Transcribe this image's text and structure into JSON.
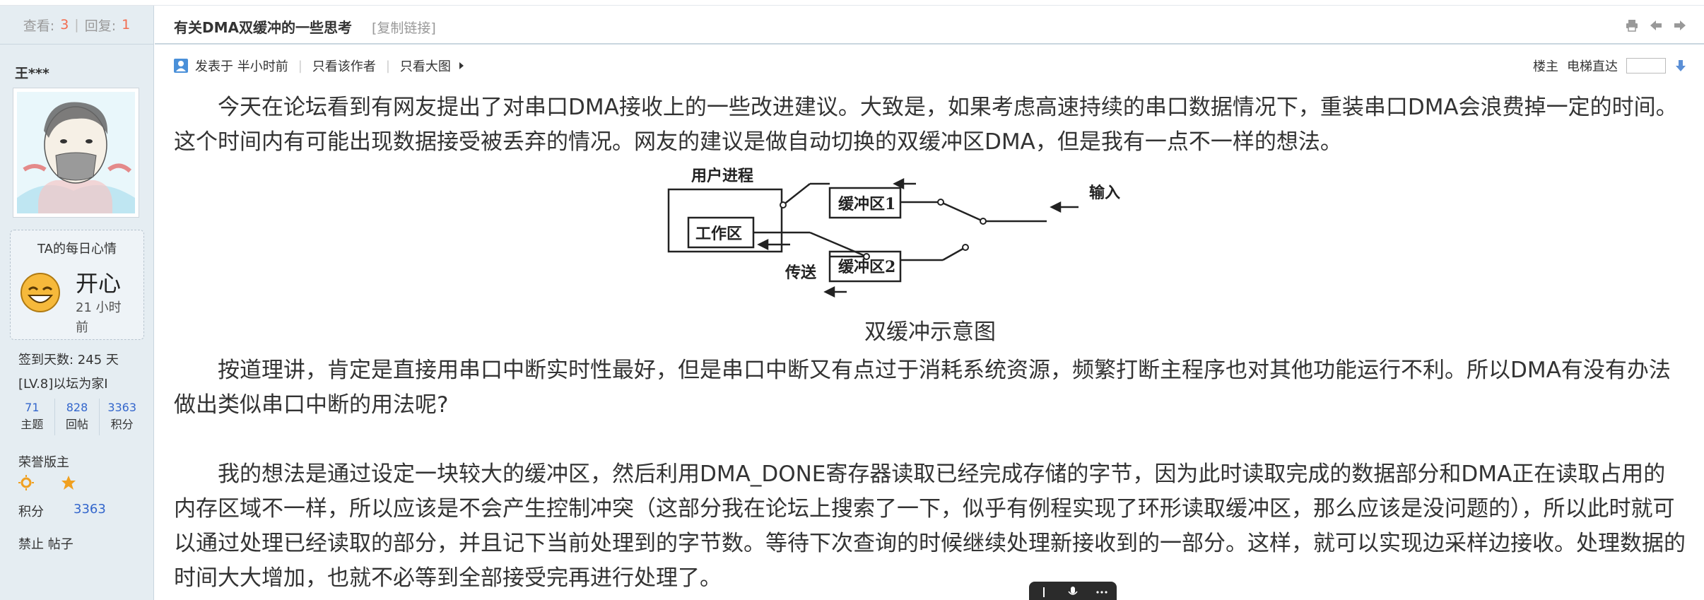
{
  "stats_header": {
    "views_label": "查看:",
    "views": "3",
    "sep": "|",
    "replies_label": "回复:",
    "replies": "1"
  },
  "post": {
    "title": "有关DMA双缓冲的一些思考",
    "copy_link": "[复制链接]",
    "posted": "发表于 半小时前",
    "only_author": "只看该作者",
    "only_images": "只看大图",
    "floor_label": "楼主",
    "elevator_label": "电梯直达",
    "elevator_value": ""
  },
  "author": {
    "name": "王***",
    "mood_title": "TA的每日心情",
    "mood": "开心",
    "mood_time": "21 小时前",
    "signin": "签到天数: 245 天",
    "level": "[LV.8]以坛为家I",
    "stats": [
      {
        "value": "71",
        "label": "主题"
      },
      {
        "value": "828",
        "label": "回帖"
      },
      {
        "value": "3363",
        "label": "积分"
      }
    ],
    "honor": "荣誉版主",
    "score_label": "积分",
    "score": "3363",
    "ban": "禁止 帖子"
  },
  "content": {
    "p1": "今天在论坛看到有网友提出了对串口DMA接收上的一些改进建议。大致是，如果考虑高速持续的串口数据情况下，重装串口DMA会浪费掉一定的时间。这个时间内有可能出现数据接受被丢弃的情况。网友的建议是做自动切换的双缓冲区DMA，但是我有一点不一样的想法。",
    "diagram": {
      "process": "用户进程",
      "work": "工作区",
      "buf1": "缓冲区1",
      "buf2": "缓冲区2",
      "input": "输入",
      "send": "传送"
    },
    "caption": "双缓冲示意图",
    "p2": "按道理讲，肯定是直接用串口中断实时性最好，但是串口中断又有点过于消耗系统资源，频繁打断主程序也对其他功能运行不利。所以DMA有没有办法做出类似串口中断的用法呢?",
    "p3": "我的想法是通过设定一块较大的缓冲区，然后利用DMA_DONE寄存器读取已经完成存储的字节，因为此时读取完成的数据部分和DMA正在读取占用的内存区域不一样，所以应该是不会产生控制冲突（这部分我在论坛上搜索了一下，似乎有例程实现了环形读取缓冲区，那么应该是没问题的），所以此时就可以通过处理已经读取的部分，并且记下当前处理到的字节数。等待下次查询的时候继续处理新接收到的一部分。这样，就可以实现边采样边接收。处理数据的时间大大增加，也就不必等到全部接受完再进行处理了。"
  },
  "colors": {
    "sidebar_bg": "#e5edf2",
    "link_blue": "#3366cc",
    "count_red": "#f26c4f"
  }
}
